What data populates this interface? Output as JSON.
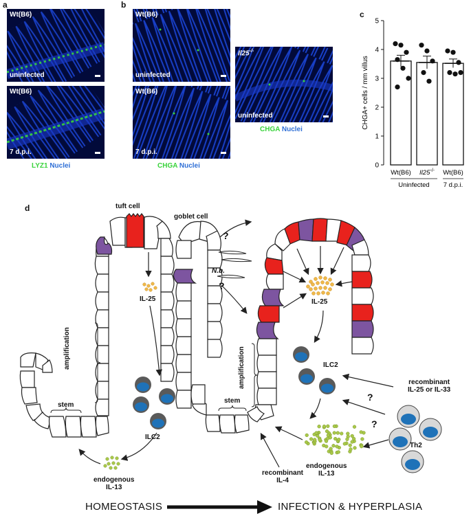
{
  "panels": {
    "a": "a",
    "b": "b",
    "c": "c",
    "d": "d"
  },
  "panel_a": {
    "images": [
      {
        "strain": "Wt(B6)",
        "condition": "uninfected"
      },
      {
        "strain": "Wt(B6)",
        "condition": "7 d.p.i."
      }
    ],
    "caption_marker": "LYZ1",
    "caption_nuclei": "Nuclei"
  },
  "panel_b": {
    "images": [
      {
        "strain": "Wt(B6)",
        "condition": "uninfected"
      },
      {
        "strain": "Wt(B6)",
        "condition": "7 d.p.i."
      },
      {
        "strain": "Il25",
        "strain_sup": "-/-",
        "condition": "uninfected"
      }
    ],
    "caption_marker": "CHGA",
    "caption_nuclei": "Nuclei"
  },
  "chart_data": {
    "type": "bar",
    "ylabel": "CHGA+ cells / mm villus",
    "ylim": [
      0,
      5
    ],
    "yticks": [
      0,
      1,
      2,
      3,
      4,
      5
    ],
    "categories": [
      "Wt(B6)",
      "Il25 -/-",
      "Wt(B6)"
    ],
    "category_labels": [
      {
        "main": "Wt(B6)",
        "sup": ""
      },
      {
        "main": "Il25",
        "sup": "-/-"
      },
      {
        "main": "Wt(B6)",
        "sup": ""
      }
    ],
    "groups": [
      {
        "label": "Uninfected",
        "span": [
          0,
          1
        ]
      },
      {
        "label": "7 d.p.i.",
        "span": [
          2,
          2
        ]
      }
    ],
    "values": [
      3.6,
      3.55,
      3.52
    ],
    "errors": [
      0.2,
      0.22,
      0.15
    ],
    "points": [
      [
        4.2,
        4.15,
        3.9,
        3.65,
        3.35,
        3.0,
        2.7
      ],
      [
        4.15,
        3.95,
        3.6,
        3.2,
        2.9
      ],
      [
        3.95,
        3.9,
        3.55,
        3.2,
        3.15,
        3.2
      ]
    ]
  },
  "diagram": {
    "tuft_cell": "tuft cell",
    "goblet_cell": "goblet cell",
    "il25_left": "IL-25",
    "il25_right": "IL-25",
    "amplification_left": "amplification",
    "amplification_right": "amplification",
    "stem_left": "stem",
    "stem_right": "stem",
    "ilc2_left": "ILC2",
    "ilc2_right": "ILC2",
    "endogenous_left": [
      "endogenous",
      "IL-13"
    ],
    "endogenous_right": [
      "endogenous",
      "IL-13"
    ],
    "recombinant_il4": [
      "recombinant",
      "IL-4"
    ],
    "recombinant_il25": [
      "recombinant",
      "IL-25 or IL-33"
    ],
    "th2": "Th2",
    "nb": "N.b.",
    "question": "?",
    "homeostasis": "HOMEOSTASIS",
    "infection": "INFECTION & HYPERPLASIA",
    "colors": {
      "tuft": "#e8221d",
      "goblet": "#7d55a0",
      "il25_dots": "#f0b94a",
      "il13_dots": "#a9c84a",
      "ilc2_nucleus": "#1f72b8",
      "ilc2_ring": "#5a5a5a",
      "th2_ring": "#c8c8c8"
    }
  }
}
